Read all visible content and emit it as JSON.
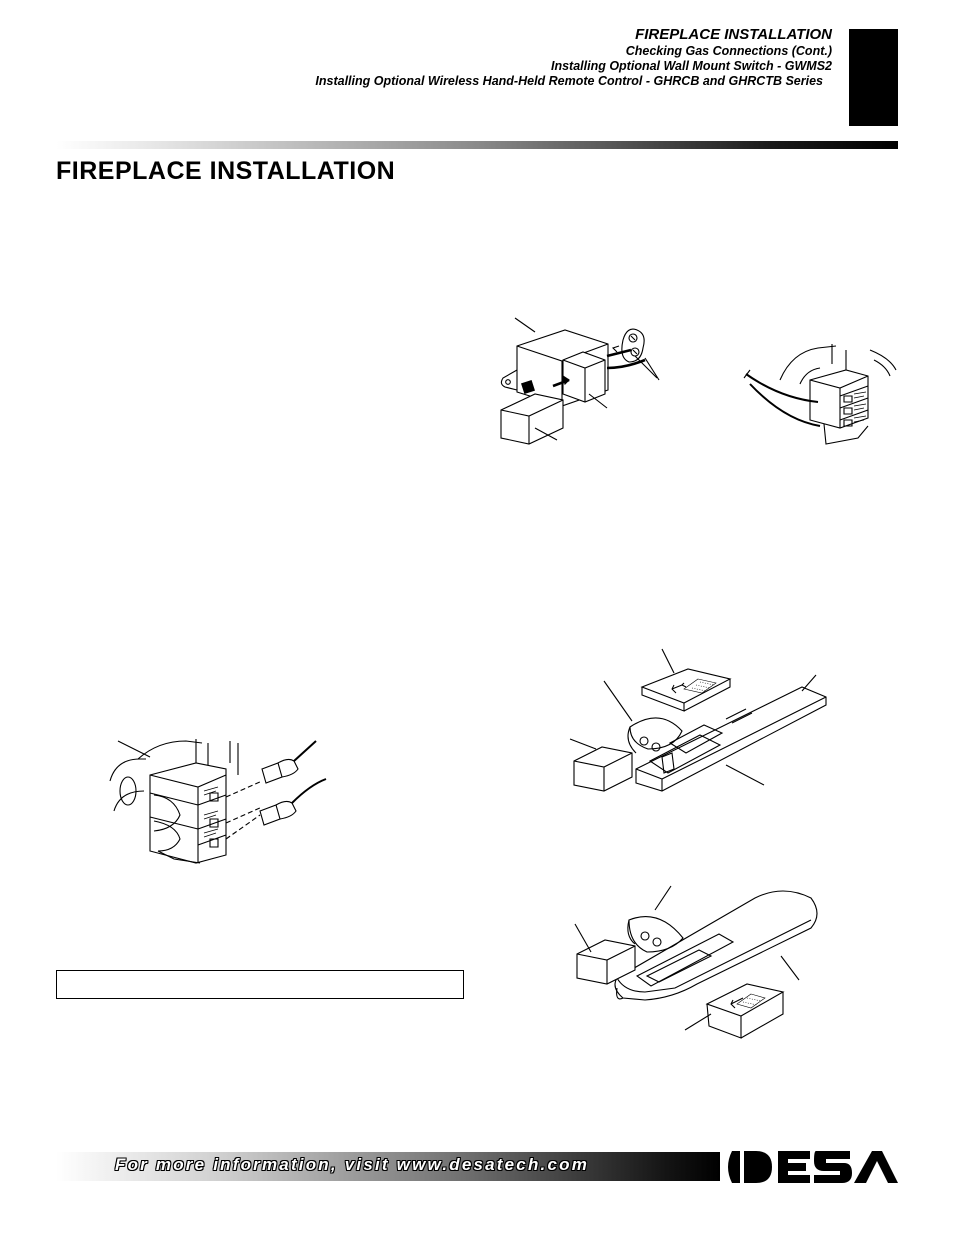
{
  "header": {
    "title": "FIREPLACE INSTALLATION",
    "subtitles": [
      "Checking Gas Connections (Cont.)",
      "Installing Optional Wall Mount Switch - GWMS2",
      "Installing Optional Wireless Hand-Held Remote Control - GHRCB and GHRCTB Series"
    ]
  },
  "page_title": "FIREPLACE INSTALLATION",
  "footer": {
    "text": "For more information, visit www.desatech.com"
  },
  "logo": {
    "name": "desa-logo",
    "text": "DESA"
  }
}
